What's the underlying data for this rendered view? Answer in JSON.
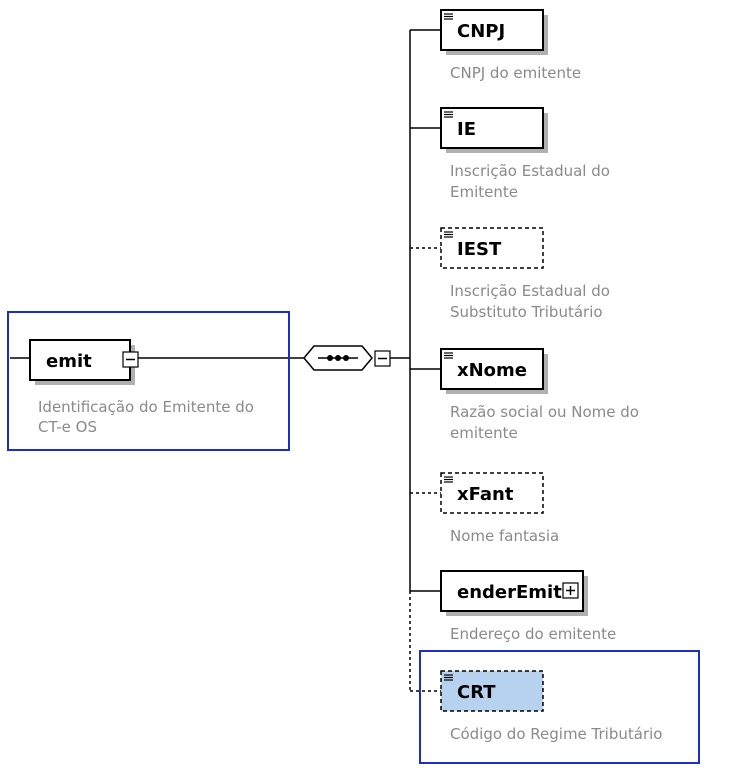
{
  "root": {
    "name": "emit",
    "description_lines": [
      "Identificação do Emitente do",
      "CT-e OS"
    ],
    "expand_symbol": "−"
  },
  "sequence": {
    "symbol": "•••",
    "expand_symbol": "−"
  },
  "children": [
    {
      "name": "CNPJ",
      "description_lines": [
        "CNPJ do emitente"
      ],
      "optional": false,
      "has_children": false,
      "highlighted": false
    },
    {
      "name": "IE",
      "description_lines": [
        "Inscrição Estadual do",
        "Emitente"
      ],
      "optional": false,
      "has_children": false,
      "highlighted": false
    },
    {
      "name": "IEST",
      "description_lines": [
        "Inscrição Estadual do",
        "Substituto Tributário"
      ],
      "optional": true,
      "has_children": false,
      "highlighted": false
    },
    {
      "name": "xNome",
      "description_lines": [
        "Razão social ou Nome do",
        "emitente"
      ],
      "optional": false,
      "has_children": false,
      "highlighted": false
    },
    {
      "name": "xFant",
      "description_lines": [
        "Nome fantasia"
      ],
      "optional": true,
      "has_children": false,
      "highlighted": false
    },
    {
      "name": "enderEmit",
      "description_lines": [
        "Endereço do emitente"
      ],
      "optional": false,
      "has_children": true,
      "highlighted": false,
      "expand_symbol": "+"
    },
    {
      "name": "CRT",
      "description_lines": [
        "Código do Regime Tributário"
      ],
      "optional": true,
      "has_children": false,
      "highlighted": true
    }
  ],
  "colors": {
    "highlight_border": "#1a2ec8",
    "highlight_fill": "#b6d2ee",
    "line": "#000000",
    "description": "#8a8a8a",
    "shadow": "#b0b0b0"
  }
}
